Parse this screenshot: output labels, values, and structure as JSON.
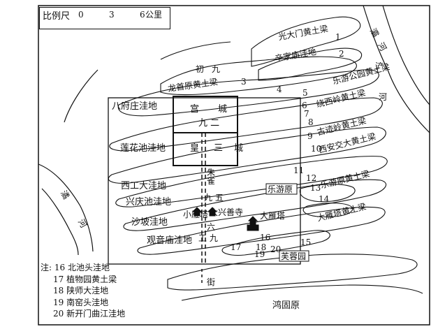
{
  "scale": {
    "title": "比例尺",
    "ticks": [
      "0",
      "3",
      "6"
    ],
    "unit": "公里"
  },
  "rivers": {
    "ba_1": "灞",
    "ba_2": "河",
    "chan": "浐",
    "he": "河",
    "jue_1": "潏",
    "jue_2": "河"
  },
  "ridges": {
    "r1": "光大门黄土梁",
    "r2": "辛家庙洼地",
    "r3_label": "乐游公园黄土梁",
    "r4": "龙首原黄土梁",
    "chu": "初",
    "jiu": "九",
    "tongtian": "绕西岭黄土梁",
    "xiangyou": "古迹岭黄土梁",
    "xian_ridge": "西安交大黄土梁",
    "leyou": "乐游原黄土梁",
    "dayanta": "大雁塔黄土梁",
    "bafuzhuang": "八府庄洼地",
    "lianhuachi": "莲花池洼地",
    "xigongda": "西工大洼地",
    "xingqingchi": "兴庆池洼地",
    "shapo": "沙坡洼地",
    "guanyinmiao": "观音庙洼地",
    "hongguyuan": "鸿固原",
    "furongyuan": "芙蓉园",
    "leyouyuan": "乐游原",
    "dayan": "大雁塔",
    "xiaoyan": "小雁塔",
    "daxingshan": "大兴善寺",
    "jie": "街"
  },
  "city": {
    "gong": "宫",
    "cheng": "城",
    "jiu_er": "九 二",
    "huang": "皇",
    "san": "三",
    "cheng2": "城"
  },
  "numbers": [
    "1",
    "2",
    "3",
    "4",
    "5",
    "6",
    "7",
    "8",
    "9",
    "10",
    "11",
    "12",
    "13",
    "14",
    "15",
    "16",
    "17",
    "18",
    "19",
    "20"
  ],
  "street": {
    "zhu": "朱",
    "que": "雀",
    "jiu_wu": "九 五",
    "liu": "六",
    "gong_jiu": "工 九"
  },
  "notes": {
    "title": "注:",
    "items": [
      "16 北池头洼地",
      "17 植物园黄土梁",
      "18 陕师大洼地",
      "19 南窑头洼地",
      "20 新开门曲江洼地"
    ]
  }
}
